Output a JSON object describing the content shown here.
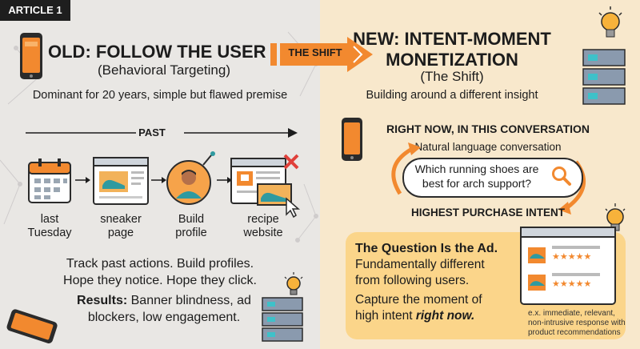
{
  "colors": {
    "left_bg": "#e9e7e4",
    "right_bg": "#f8e8cc",
    "accent_orange": "#f2892f",
    "card_yellow": "#fbd58a",
    "ink": "#1c1c1c"
  },
  "badge": "ARTICLE 1",
  "arrow": {
    "label": "THE SHIFT"
  },
  "left": {
    "title": "OLD: FOLLOW THE USER",
    "subtitle": "(Behavioral Targeting)",
    "description": "Dominant for 20 years, simple but flawed premise",
    "timeline_label": "PAST",
    "steps": [
      {
        "icon": "calendar-icon",
        "label_line1": "last",
        "label_line2": "Tuesday"
      },
      {
        "icon": "browser-sneaker-icon",
        "label_line1": "sneaker",
        "label_line2": "page"
      },
      {
        "icon": "user-profile-icon",
        "label_line1": "Build",
        "label_line2": "profile"
      },
      {
        "icon": "recipe-website-icon",
        "label_line1": "recipe",
        "label_line2": "website"
      }
    ],
    "summary_line1": "Track past actions. Build profiles.",
    "summary_line2": "Hope they notice. Hope they click.",
    "results_label": "Results:",
    "results_line1": "Banner blindness, ad",
    "results_line2": "blockers, low engagement."
  },
  "right": {
    "title_line1": "NEW: INTENT-MOMENT",
    "title_line2": "MONETIZATION",
    "subtitle": "(The Shift)",
    "description": "Building around a different insight",
    "now_label": "RIGHT NOW, IN THIS CONVERSATION",
    "nl_label": "Natural language conversation",
    "query_line1": "Which running shoes are",
    "query_line2": "best for arch support?",
    "intent_label": "HIGHEST PURCHASE INTENT",
    "card": {
      "heading": "The Question Is the Ad.",
      "line1": "Fundamentally different",
      "line2": "from following users.",
      "line3": "Capture the moment of",
      "line4_prefix": "high intent ",
      "line4_emph": "right now."
    },
    "note_line1": "e.x. immediate, relevant,",
    "note_line2": "non-intrusive response with",
    "note_line3": "product recommendations"
  }
}
